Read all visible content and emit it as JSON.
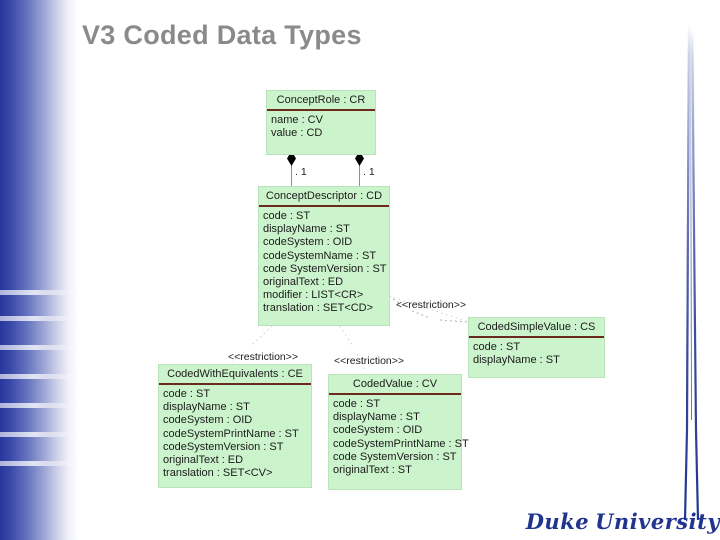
{
  "slide": {
    "title": "V3 Coded Data Types",
    "title_color": "#8a8a8a",
    "background_color": "#ffffff",
    "accent_color": "#27369b",
    "class_fill_color": "#ccf4cc",
    "class_header_rule_color": "#6b2a1e"
  },
  "footer": {
    "logo_word1": "Duke",
    "logo_word2": "University",
    "logo_color": "#21348f"
  },
  "diagram": {
    "type": "uml-class-diagram",
    "classes": [
      {
        "id": "concept-role",
        "name": "ConceptRole : CR",
        "attributes": [
          "name : CV",
          "value : CD"
        ]
      },
      {
        "id": "concept-descriptor",
        "name": "ConceptDescriptor : CD",
        "attributes": [
          "code : ST",
          "displayName : ST",
          "codeSystem : OID",
          "codeSystemName : ST",
          "code SystemVersion : ST",
          "originalText : ED",
          "modifier : LIST<CR>",
          "translation : SET<CD>"
        ]
      },
      {
        "id": "coded-simple-value",
        "name": "CodedSimpleValue : CS",
        "attributes": [
          "code : ST",
          "displayName : ST"
        ]
      },
      {
        "id": "coded-with-equivalents",
        "name": "CodedWithEquivalents : CE",
        "attributes": [
          "code : ST",
          "displayName : ST",
          "codeSystem : OID",
          "codeSystemPrintName : ST",
          "codeSystemVersion : ST",
          "originalText : ED",
          "translation : SET<CV>"
        ]
      },
      {
        "id": "coded-value",
        "name": "CodedValue : CV",
        "attributes": [
          "code : ST",
          "displayName : ST",
          "codeSystem : OID",
          "codeSystemPrintName : ST",
          "code SystemVersion : ST",
          "originalText : ST"
        ]
      }
    ],
    "stereotypes": [
      {
        "id": "stereotype-cs",
        "label": "<<restriction>>"
      },
      {
        "id": "stereotype-ce",
        "label": "<<restriction>>"
      },
      {
        "id": "stereotype-cv",
        "label": "<<restriction>>"
      }
    ],
    "multiplicities": [
      {
        "id": "mult-name",
        "label": ". 1"
      },
      {
        "id": "mult-value",
        "label": ". 1"
      }
    ]
  }
}
